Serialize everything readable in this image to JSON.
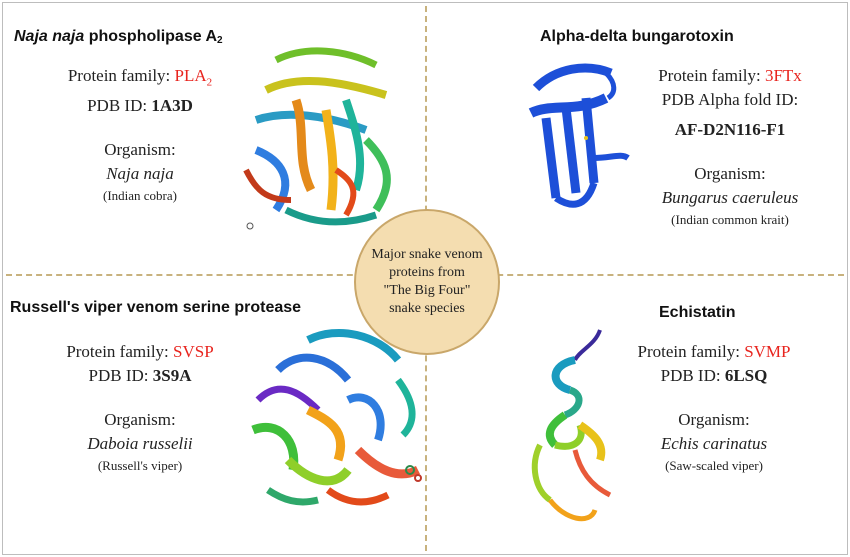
{
  "center": {
    "line1": "Major snake venom",
    "line2": "proteins from",
    "line3": "\"The Big Four\"",
    "line4": "snake species"
  },
  "panels": {
    "top_left": {
      "title_italic": "Naja naja",
      "title_rest": " phospholipase A",
      "title_sub": "2",
      "family_label": "Protein family: ",
      "family_value": "PLA",
      "family_sub": "2",
      "id_label": "PDB ID: ",
      "id_value": "1A3D",
      "organism_label": "Organism:",
      "species": "Naja naja",
      "common_name": "(Indian cobra)"
    },
    "top_right": {
      "title": "Alpha-delta bungarotoxin",
      "family_label": "Protein family: ",
      "family_value": "3FTx",
      "id_label": "PDB Alpha fold ID:",
      "id_value": "AF-D2N116-F1",
      "organism_label": "Organism:",
      "species": "Bungarus caeruleus",
      "common_name": "(Indian common krait)"
    },
    "bottom_left": {
      "title": "Russell's viper venom serine protease",
      "family_label": "Protein family: ",
      "family_value": "SVSP",
      "id_label": "PDB ID: ",
      "id_value": "3S9A",
      "organism_label": "Organism:",
      "species": "Daboia russelii",
      "common_name": "(Russell's viper)"
    },
    "bottom_right": {
      "title": "Echistatin",
      "family_label": "Protein family: ",
      "family_value": "SVMP",
      "id_label": "PDB ID: ",
      "id_value": "6LSQ",
      "organism_label": "Organism:",
      "species": "Echis carinatus",
      "common_name": "(Saw-scaled viper)"
    }
  },
  "colors": {
    "accent_red": "#e8241e",
    "circle_fill": "#f4ddb0",
    "divider": "#c8b27e",
    "krait_protein_blue": "#1d4fd8"
  },
  "structures": {
    "top_left": "pla2-structure-image",
    "top_right": "3ftx-structure-image",
    "bottom_left": "svsp-structure-image",
    "bottom_right": "svmp-structure-image"
  }
}
